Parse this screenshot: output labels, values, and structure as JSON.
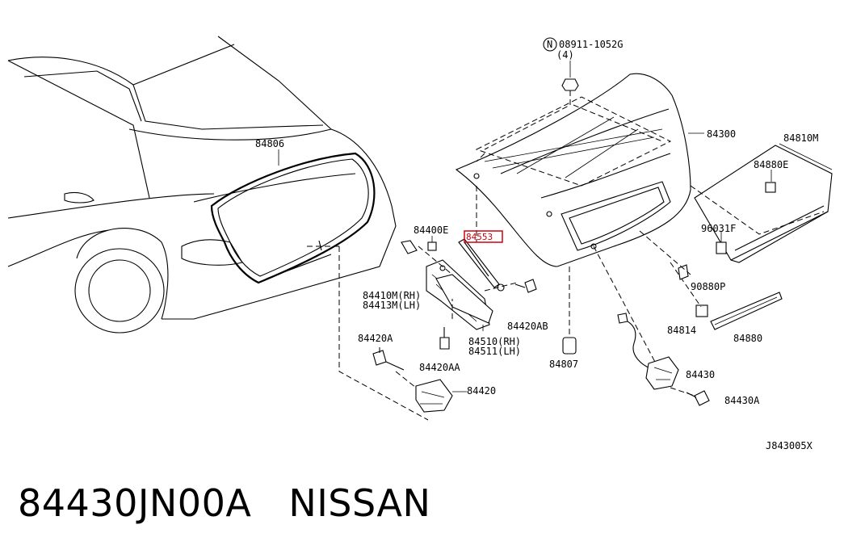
{
  "diagram": {
    "callouts": {
      "c08911": "08911-1052G",
      "c08911_qty": "(4)",
      "c08911_symbol": "N",
      "c84806": "84806",
      "c84300": "84300",
      "c84810M": "84810M",
      "c84880E": "84880E",
      "c84400E": "84400E",
      "c96031F": "96031F",
      "c84553": "84553",
      "c90880P": "90880P",
      "c84410M": "84410M(RH)",
      "c84413M": "84413M(LH)",
      "c84814": "84814",
      "c84880": "84880",
      "c84420AB": "84420AB",
      "c84510": "84510(RH)",
      "c84511": "84511(LH)",
      "c84420A": "84420A",
      "c84807": "84807",
      "c84420AA": "84420AA",
      "c84430": "84430",
      "c84420": "84420",
      "c84430A": "84430A",
      "figure_id": "J843005X"
    },
    "highlight_color": "#d0000e"
  },
  "caption": {
    "part_number": "84430JN00A",
    "brand": "NISSAN"
  }
}
